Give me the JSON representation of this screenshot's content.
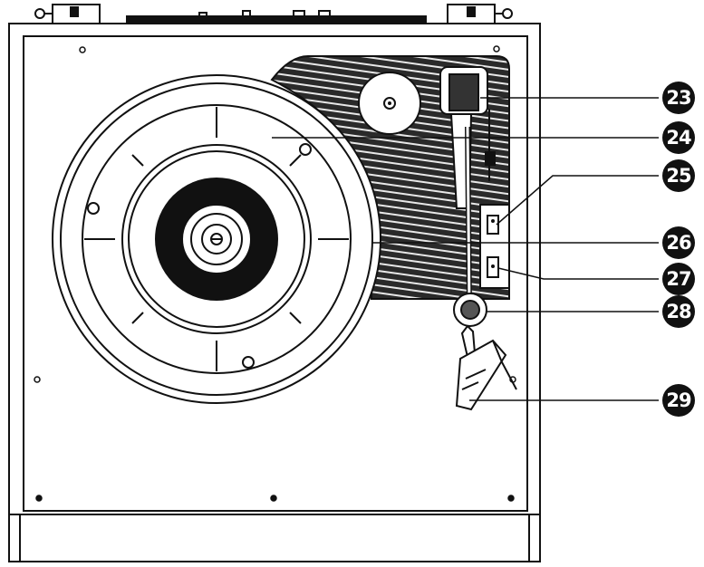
{
  "callouts": [
    {
      "id": "c23",
      "label": "23"
    },
    {
      "id": "c24",
      "label": "24"
    },
    {
      "id": "c25",
      "label": "25"
    },
    {
      "id": "c26",
      "label": "26"
    },
    {
      "id": "c27",
      "label": "27"
    },
    {
      "id": "c28",
      "label": "28"
    },
    {
      "id": "c29",
      "label": "29"
    }
  ],
  "colors": {
    "line": "#111111",
    "badge": "#111111",
    "badge_text": "#ffffff",
    "background": "#ffffff"
  }
}
